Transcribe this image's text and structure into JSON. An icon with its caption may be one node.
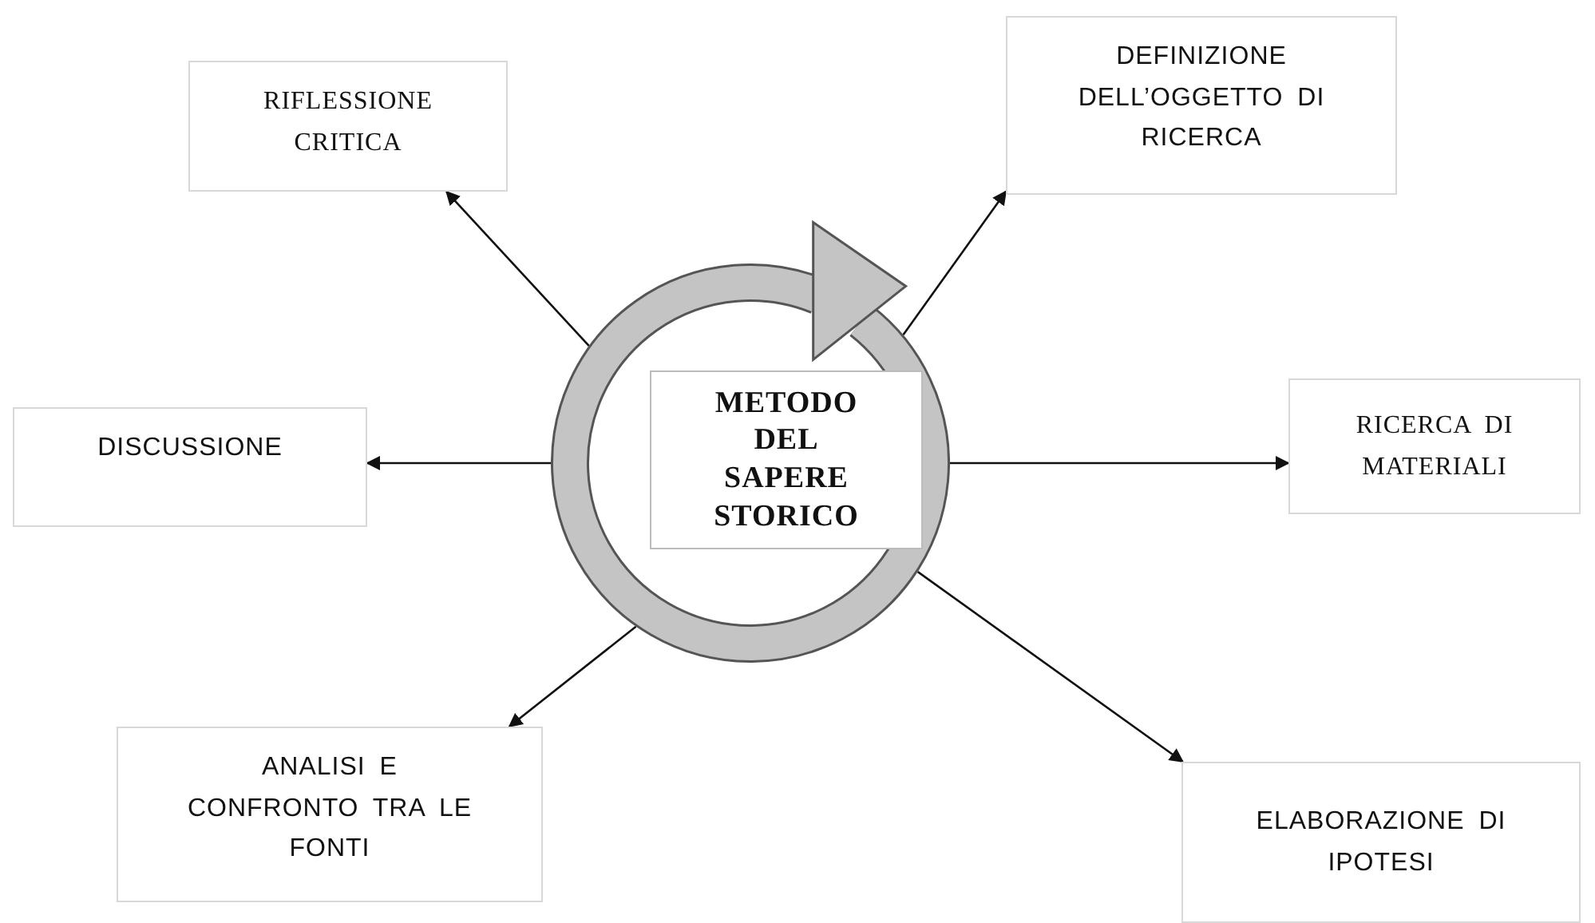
{
  "diagram": {
    "nodes": [
      {
        "text": [],
        "shape": "circle"
      },
      {
        "text": [
          "METODO DEL SAPERE STORICO"
        ],
        "in": 0
      },
      {
        "text": [
          "RIFLESSIONE CRITICA"
        ]
      },
      {
        "text": [
          "DEFINIZIONE DELL’OGGETTO DI RICERCA"
        ]
      },
      {
        "text": [
          "DISCUSSIONE"
        ]
      },
      {
        "text": [
          "RICERCA DI MATERIALI"
        ]
      },
      {
        "text": [
          "ANALISI E CONFRONTO TRA LE FONTI"
        ]
      },
      {
        "text": [
          "ELABORAZIONE DI IPOTESI"
        ]
      }
    ],
    "edges": [
      {
        "from": 0,
        "to": 2,
        "arrow": "to"
      },
      {
        "from": 0,
        "to": 3,
        "arrow": "to"
      },
      {
        "from": 0,
        "to": 4,
        "arrow": "to"
      },
      {
        "from": 0,
        "to": 5,
        "arrow": "to"
      },
      {
        "from": 0,
        "to": 6,
        "arrow": "to"
      },
      {
        "from": 0,
        "to": 7,
        "arrow": "to"
      }
    ]
  }
}
